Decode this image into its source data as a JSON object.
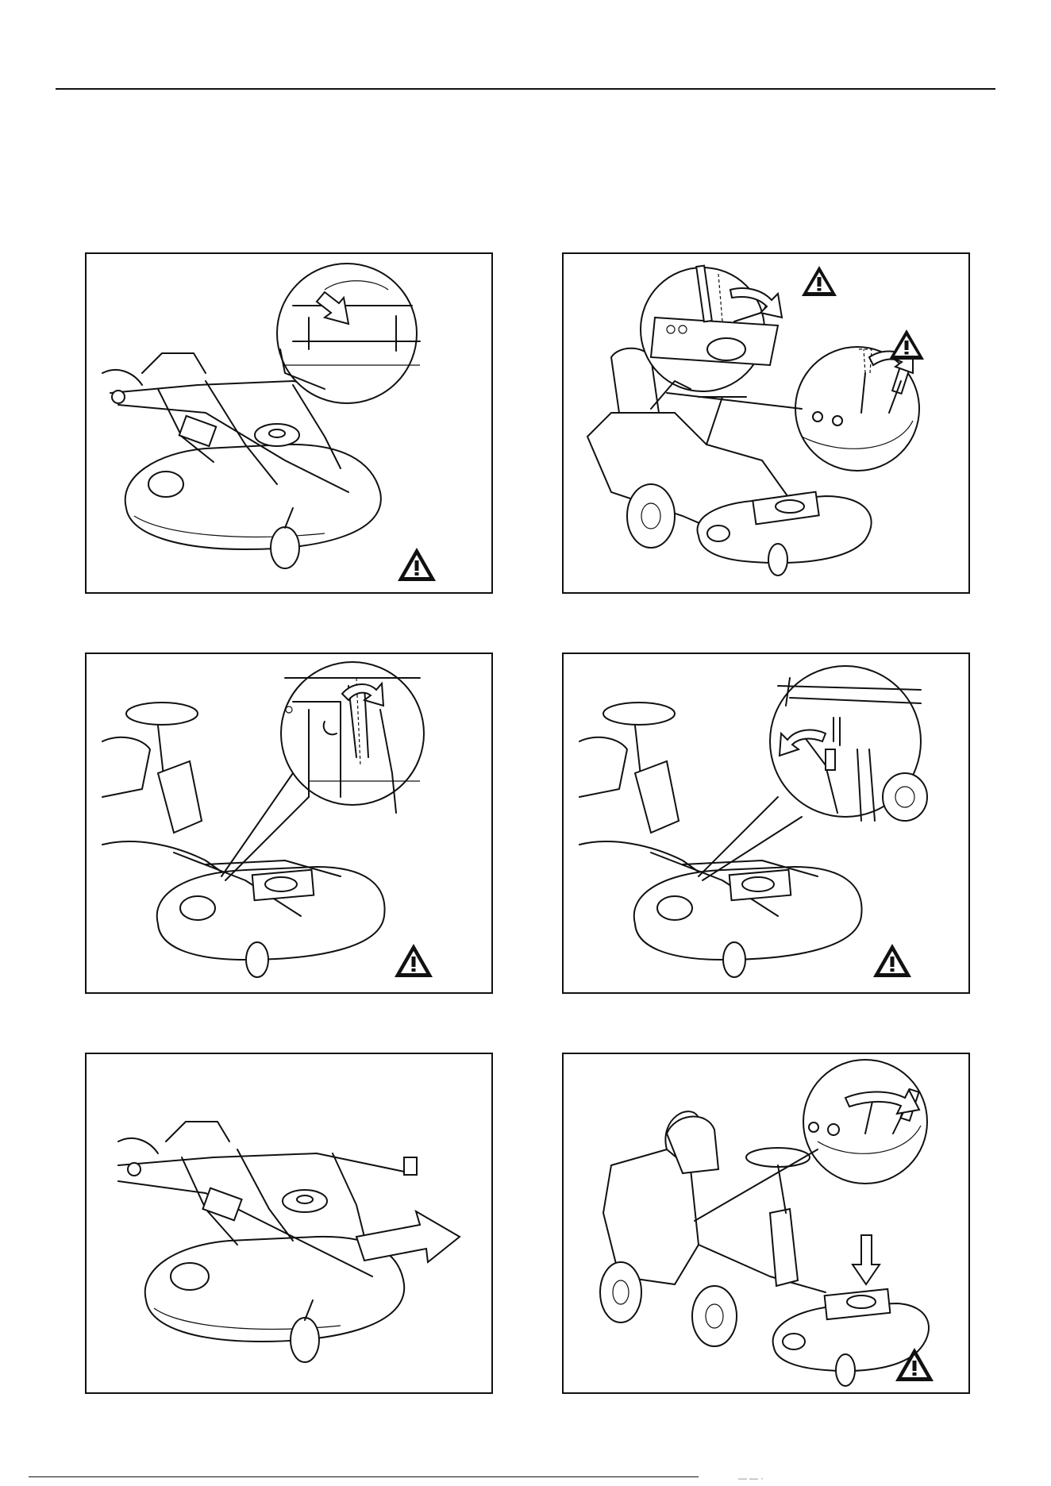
{
  "page": {
    "footer_mark": "— — ·"
  },
  "figures": [
    {
      "id": 1,
      "icons": [
        "mower-deck-icon",
        "magnifier-callout-icon",
        "arrow-icon",
        "warning-triangle-icon"
      ]
    },
    {
      "id": 2,
      "icons": [
        "rider-mower-icon",
        "magnifier-callout-icon",
        "lever-arrow-icon",
        "warning-triangle-icon"
      ]
    },
    {
      "id": 3,
      "icons": [
        "mower-front-icon",
        "magnifier-callout-icon",
        "curved-arrow-icon",
        "warning-triangle-icon"
      ]
    },
    {
      "id": 4,
      "icons": [
        "mower-front-icon",
        "magnifier-callout-icon",
        "curved-arrow-icon",
        "warning-triangle-icon"
      ]
    },
    {
      "id": 5,
      "icons": [
        "mower-deck-icon",
        "pull-out-arrow-icon"
      ]
    },
    {
      "id": 6,
      "icons": [
        "rider-mower-icon",
        "magnifier-callout-icon",
        "lever-arrow-icon",
        "down-arrow-icon",
        "warning-triangle-icon"
      ]
    }
  ],
  "colors": {
    "line": "#111111",
    "background": "#ffffff"
  }
}
